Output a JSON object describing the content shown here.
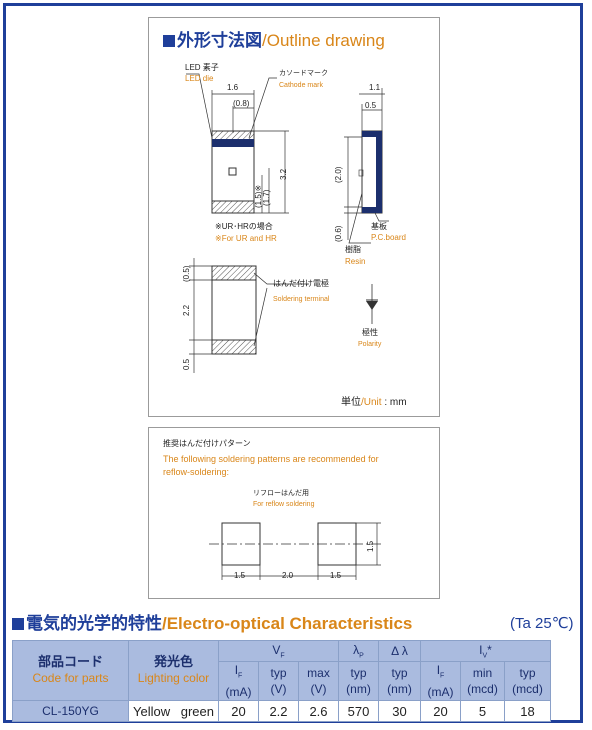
{
  "outline": {
    "title_jp": "外形寸法図",
    "title_en": "/Outline drawing",
    "led_die_jp": "LED 素子",
    "led_die_en": "LED die",
    "cathode_jp": "カソードマーク",
    "cathode_en": "Cathode mark",
    "dim_1_6": "1.6",
    "dim_0_8": "(0.8)",
    "dim_3_2": "3.2",
    "dim_1_5": "(1.5)※",
    "dim_1_7": "(1.7)",
    "dim_1_1": "1.1",
    "dim_0_5_top": "0.5",
    "dim_2_0": "(2.0)",
    "dim_0_6": "(0.6)",
    "note_jp": "※UR･HRの場合",
    "note_en": "※For UR and HR",
    "pcb_jp": "基板",
    "pcb_en": "P.C.board",
    "resin_jp": "樹脂",
    "resin_en": "Resin",
    "terminal_jp": "はんだ付け電極",
    "terminal_en": "Soldering terminal",
    "polarity_jp": "極性",
    "polarity_en": "Polarity",
    "dim_b_0_5_top": "(0.5)",
    "dim_b_2_2": "2.2",
    "dim_b_0_5_bottom": "0.5",
    "unit_jp": "単位",
    "unit_en": "/Unit",
    "unit_value": ": mm"
  },
  "pattern": {
    "heading_jp": "推奨はんだ付けパターン",
    "heading_en_line1": "The following soldering patterns are recommended for",
    "heading_en_line2": "reflow-soldering:",
    "reflow_jp": "リフローはんだ用",
    "reflow_en": "For reflow soldering",
    "dim_1_5_left": "1.5",
    "dim_2_0": "2.0",
    "dim_1_5_right": "1.5",
    "dim_1_5_height": "1.5"
  },
  "characteristics": {
    "title_jp": "電気的光学的特性",
    "title_en": "/Electro-optical Characteristics",
    "condition": "(Ta 25℃)",
    "headers": {
      "code_jp": "部品コード",
      "code_en": "Code for parts",
      "color_jp": "発光色",
      "color_en": "Lighting color",
      "vf": "V",
      "vf_sub": "F",
      "lambda_p": "λ",
      "lambda_p_sub": "P",
      "delta_lambda": "Δ λ",
      "iv": "I",
      "iv_sub": "V",
      "iv_mark": "*"
    },
    "subheaders": [
      {
        "name": "I",
        "sub": "F",
        "unit": "(mA)"
      },
      {
        "name": "typ",
        "unit": "(V)"
      },
      {
        "name": "max",
        "unit": "(V)"
      },
      {
        "name": "typ",
        "unit": "(nm)"
      },
      {
        "name": "typ",
        "unit": "(nm)"
      },
      {
        "name": "I",
        "sub": "F",
        "unit": "(mA)"
      },
      {
        "name": "min",
        "unit": "(mcd)"
      },
      {
        "name": "typ",
        "unit": "(mcd)"
      }
    ],
    "row": {
      "code": "CL-150YG",
      "color": "Yellow green",
      "values": [
        "20",
        "2.2",
        "2.6",
        "570",
        "30",
        "20",
        "5",
        "18"
      ]
    }
  },
  "colors": {
    "accent_blue": "#1f3f9a",
    "accent_orange": "#d98619",
    "table_header": "#aabbdf"
  }
}
